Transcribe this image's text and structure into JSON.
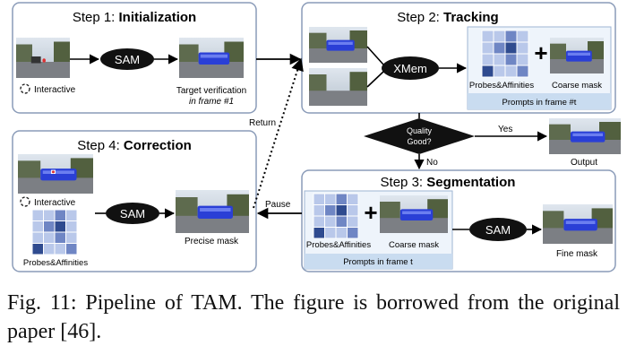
{
  "steps": {
    "step1": {
      "prefix": "Step 1: ",
      "name": "Initialization",
      "interactive": "Interactive",
      "verify_line1": "Target verification",
      "verify_line2": "in frame #1"
    },
    "step2": {
      "prefix": "Step 2: ",
      "name": "Tracking",
      "probes": "Probes&Affinities",
      "coarse": "Coarse mask",
      "prompts": "Prompts in frame #t"
    },
    "step3": {
      "prefix": "Step 3: ",
      "name": "Segmentation",
      "probes": "Probes&Affinities",
      "coarse": "Coarse mask",
      "prompts": "Prompts in frame t",
      "fine": "Fine mask"
    },
    "step4": {
      "prefix": "Step 4: ",
      "name": "Correction",
      "interactive": "Interactive",
      "probes": "Probes&Affinities",
      "precise": "Precise mask"
    }
  },
  "nodes": {
    "sam": "SAM",
    "xmem": "XMem",
    "quality_line1": "Quality",
    "quality_line2": "Good?"
  },
  "edges": {
    "yes": "Yes",
    "no": "No",
    "return": "Return",
    "pause": "Pause",
    "output": "Output"
  },
  "caption": "Fig. 11: Pipeline of TAM. The figure is borrowed from the original paper [46].",
  "colors": {
    "box_border": "#8a9bb8",
    "prompt_band": "#c9dcf0",
    "grid_dark": "#2f4b8f",
    "grid_mid": "#6f86c4",
    "grid_light": "#b9c8ea",
    "bus": "#2a3fd6"
  }
}
